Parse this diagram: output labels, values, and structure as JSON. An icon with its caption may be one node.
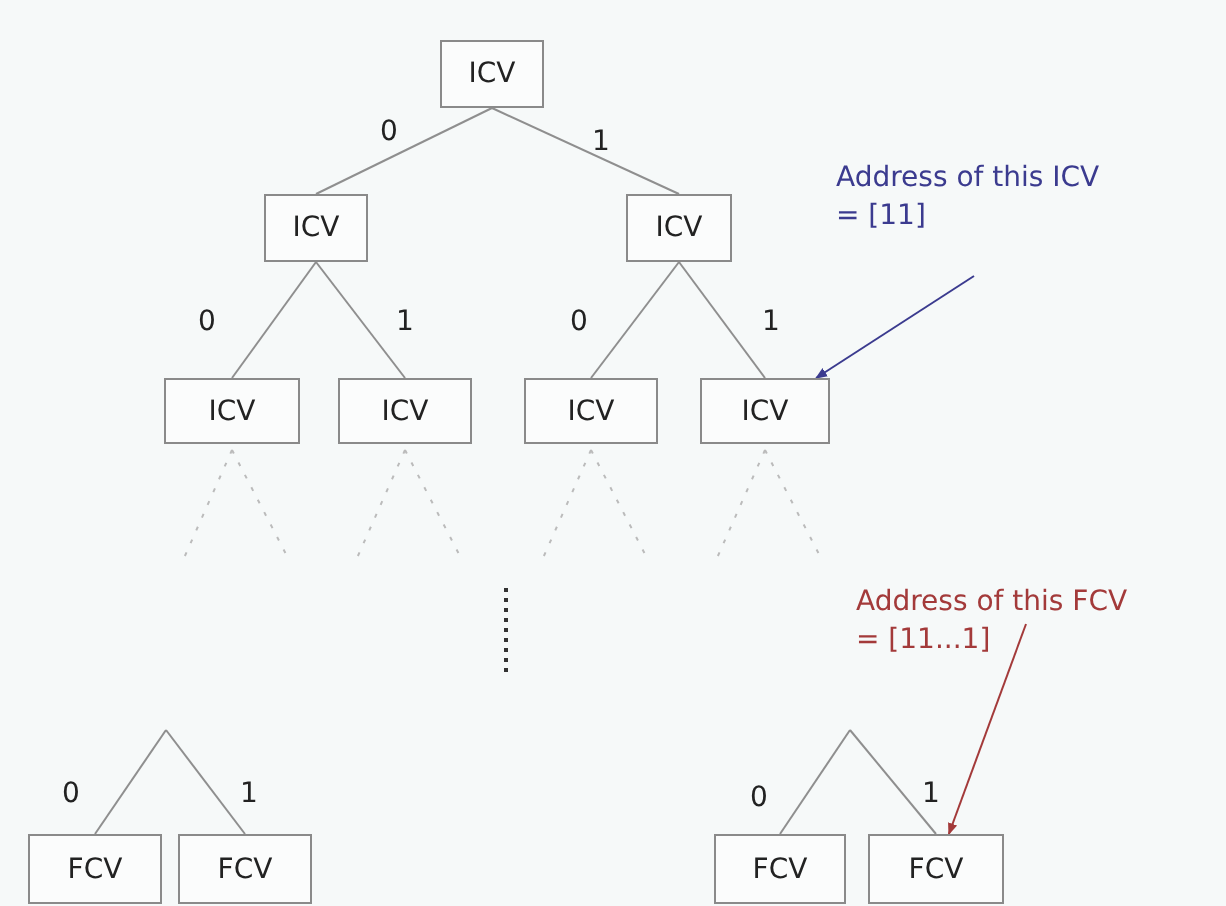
{
  "diagram": {
    "nodes": [
      {
        "text": [
          "ICV"
        ]
      },
      {
        "text": [
          "ICV"
        ]
      },
      {
        "text": [
          "ICV"
        ]
      },
      {
        "text": [
          "ICV"
        ]
      },
      {
        "text": [
          "ICV"
        ]
      },
      {
        "text": [
          "ICV"
        ]
      },
      {
        "text": [
          "ICV"
        ]
      },
      {
        "text": [
          "Address of this ICV = [11]"
        ]
      },
      {
        "text": [
          "FCV"
        ]
      },
      {
        "text": [
          "FCV"
        ]
      },
      {
        "text": [
          "FCV"
        ]
      },
      {
        "text": [
          "FCV"
        ]
      },
      {
        "text": [
          "Address of this FCV = [11...1]"
        ]
      }
    ],
    "edges": [
      {
        "from": 0,
        "to": 1,
        "arrow": "none",
        "label": "0"
      },
      {
        "from": 0,
        "to": 2,
        "arrow": "none",
        "label": "1"
      },
      {
        "from": 1,
        "to": 3,
        "arrow": "none",
        "label": "0"
      },
      {
        "from": 1,
        "to": 4,
        "arrow": "none",
        "label": "1"
      },
      {
        "from": 2,
        "to": 5,
        "arrow": "none",
        "label": "0"
      },
      {
        "from": 2,
        "to": 6,
        "arrow": "none",
        "label": "1"
      },
      {
        "from": 7,
        "to": 6,
        "arrow": "to",
        "color": "#3b3b8f"
      },
      {
        "from": null,
        "to": 8,
        "arrow": "none",
        "label": "0"
      },
      {
        "from": null,
        "to": 9,
        "arrow": "none",
        "label": "1"
      },
      {
        "from": null,
        "to": 10,
        "arrow": "none",
        "label": "0"
      },
      {
        "from": null,
        "to": 11,
        "arrow": "none",
        "label": "1"
      },
      {
        "from": 12,
        "to": 11,
        "arrow": "to",
        "color": "#a33a3a"
      }
    ]
  }
}
